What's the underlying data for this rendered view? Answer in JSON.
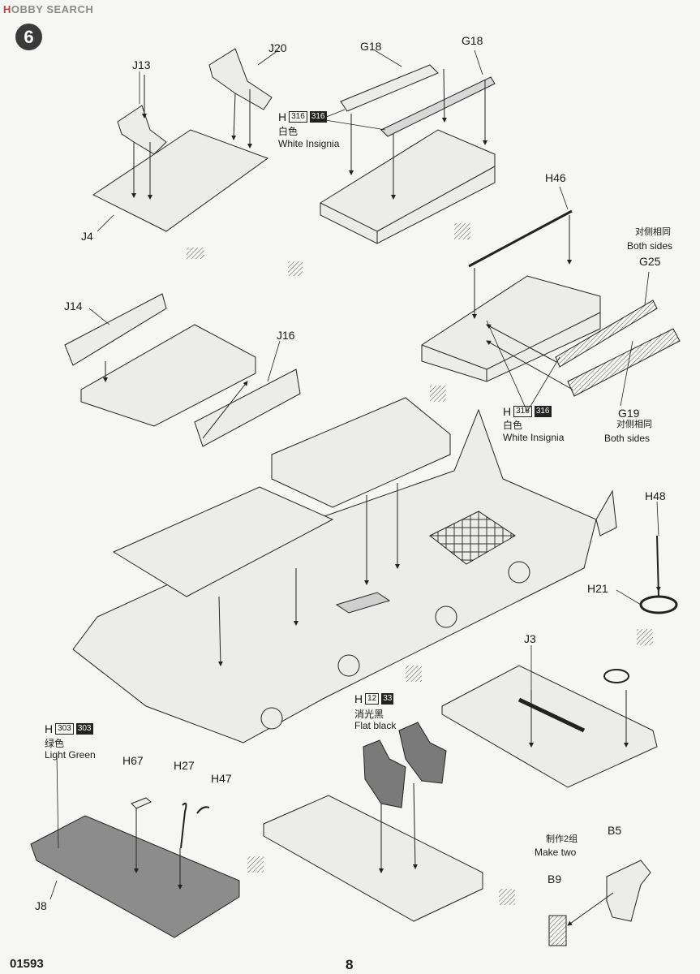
{
  "watermark": {
    "logo": "H",
    "text": "OBBY SEARCH"
  },
  "step_number": "6",
  "parts": {
    "J13": "J13",
    "J20": "J20",
    "J4": "J4",
    "G18a": "G18",
    "G18b": "G18",
    "H46": "H46",
    "G25": "G25",
    "G19": "G19",
    "J14": "J14",
    "J16": "J16",
    "H48": "H48",
    "H21": "H21",
    "J3": "J3",
    "H67": "H67",
    "H27": "H27",
    "H47": "H47",
    "J8": "J8",
    "B5": "B5",
    "B9": "B9"
  },
  "paint": {
    "white1": {
      "prefix": "H",
      "code_outline": "316",
      "code_filled": "316",
      "cn": "白色",
      "en": "White Insignia"
    },
    "white2": {
      "prefix": "H",
      "code_outline": "316",
      "code_filled": "316",
      "cn": "白色",
      "en": "White Insignia"
    },
    "black": {
      "prefix": "H",
      "code_outline": "12",
      "code_filled": "33",
      "cn": "消光黑",
      "en": "Flat black"
    },
    "green": {
      "prefix": "H",
      "code_outline": "303",
      "code_filled": "303",
      "cn": "绿色",
      "en": "Light Green"
    }
  },
  "notes": {
    "both_sides_g25_cn": "对侧相同",
    "both_sides_g25_en": "Both sides",
    "both_sides_g19_cn": "对侧相同",
    "both_sides_g19_en": "Both sides",
    "make_two_cn": "制作2组",
    "make_two_en": "Make two"
  },
  "footer": {
    "code": "01593",
    "page": "8"
  },
  "colors": {
    "ink": "#1a1a1a",
    "paper": "#f6f6f4",
    "part_fill": "#e4e4e4",
    "green_part": "#8c8c8c",
    "seat_fill": "#7a7a7a"
  }
}
